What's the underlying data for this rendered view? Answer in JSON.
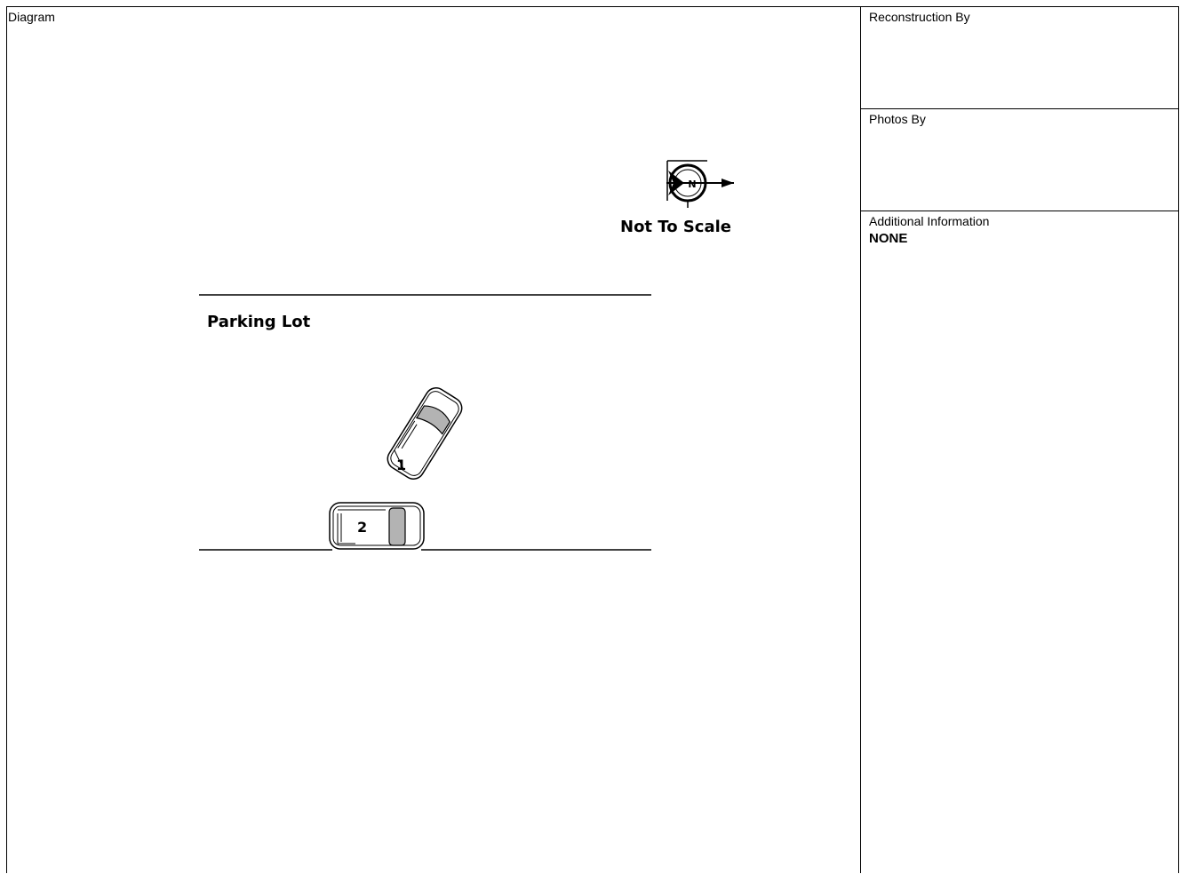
{
  "diagram": {
    "label": "Diagram",
    "scale_note": "Not To Scale",
    "area_label": "Parking Lot",
    "vehicles": [
      {
        "number": "1"
      },
      {
        "number": "2"
      }
    ],
    "icons": {
      "north": "north-arrow-icon"
    }
  },
  "sidebar": {
    "reconstruction_label": "Reconstruction By",
    "photos_label": "Photos By",
    "additional_label": "Additional Information",
    "additional_value": "NONE"
  }
}
